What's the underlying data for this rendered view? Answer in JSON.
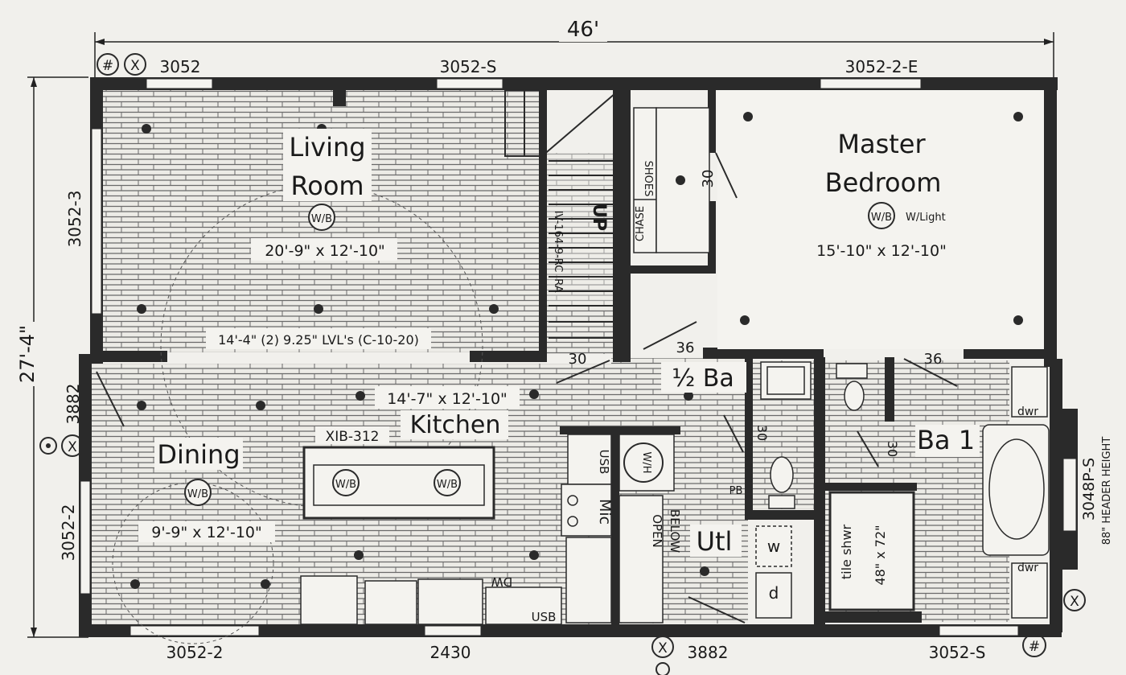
{
  "dimensions": {
    "width": "46'",
    "depth": "27'-4\""
  },
  "window_labels": {
    "top_left": "3052",
    "top_mid": "3052-S",
    "top_right": "3052-2-E",
    "left_upper": "3052-3",
    "left_mid": "3882",
    "left_lower": "3052-2",
    "bottom_left": "3052-2",
    "bottom_mid": "2430",
    "bottom_door": "3882",
    "bottom_right": "3052-S",
    "right_door": "3048P-S",
    "right_door_note": "88\" HEADER HEIGHT"
  },
  "markers": {
    "hash": "#",
    "x": "X"
  },
  "rooms": {
    "living": {
      "line1": "Living",
      "line2": "Room",
      "size": "20'-9\" x 12'-10\"",
      "fixture": "W/B"
    },
    "master": {
      "line1": "Master",
      "line2": "Bedroom",
      "size": "15'-10\" x 12'-10\"",
      "fixture": "W/B",
      "fixture_note": "W/Light"
    },
    "kitchen": {
      "name": "Kitchen",
      "size": "14'-7\" x 12'-10\""
    },
    "dining": {
      "name": "Dining",
      "size": "9'-9\" x 12'-10\"",
      "fixture": "W/B"
    },
    "half_bath": {
      "name": "½ Ba"
    },
    "bath1": {
      "name": "Ba 1"
    },
    "utility": {
      "name": "Utl"
    }
  },
  "beam_note": "14'-4\" (2) 9.25\" LVL's (C-10-20)",
  "island": {
    "label": "XIB-312",
    "fixture": "W/B"
  },
  "stair": {
    "up": "UP",
    "code": "IV-164-9-RC",
    "ra": "RA"
  },
  "closet": {
    "chase": "CHASE",
    "shoes": "SHOES"
  },
  "door_sizes": {
    "master_closet": "30",
    "stair_door": "30",
    "master_door": "36",
    "bath_door": "36",
    "half_bath_door": "30",
    "bath1_door": "30"
  },
  "appliances": {
    "usb1": "USB",
    "usb2": "USB",
    "wh": "W/H",
    "mic": "Mic",
    "dw": "DW",
    "open_below_1": "OPEN",
    "open_below_2": "BELOW",
    "pb": "PB",
    "washer": "w",
    "dryer": "d",
    "dwr1": "dwr",
    "dwr2": "dwr"
  },
  "shower": {
    "label": "tile shwr",
    "size": "48\" x 72\""
  },
  "colors": {
    "wall": "#2a2a2a",
    "paper": "#f1f0ec",
    "hatch": "#5a5a5a"
  }
}
